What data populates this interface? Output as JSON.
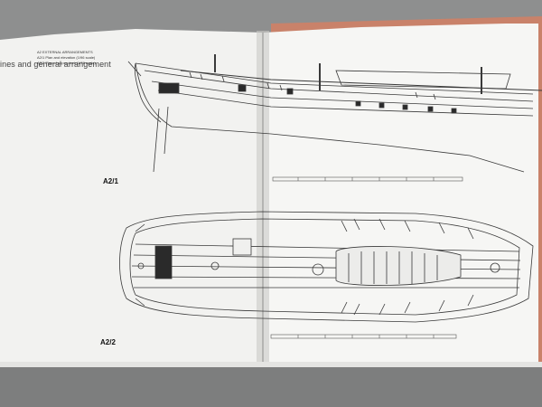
{
  "book": {
    "section_heading": "ines and general arrangement",
    "figure_labels": [
      "A2/1",
      "A2/2"
    ],
    "key_lines": [
      "A2   EXTERNAL ARRANGEMENTS",
      "A2/1  Plan and elevation (1/96 scale)",
      "A2/2  Plan of upper deck (1/96 scale)"
    ]
  },
  "colors": {
    "background": "#8e8f8f",
    "left_page": "#f4f4f2",
    "right_page": "#f7f7f5",
    "cover_edge": "#c9826a",
    "ink": "#3a3a3a"
  }
}
